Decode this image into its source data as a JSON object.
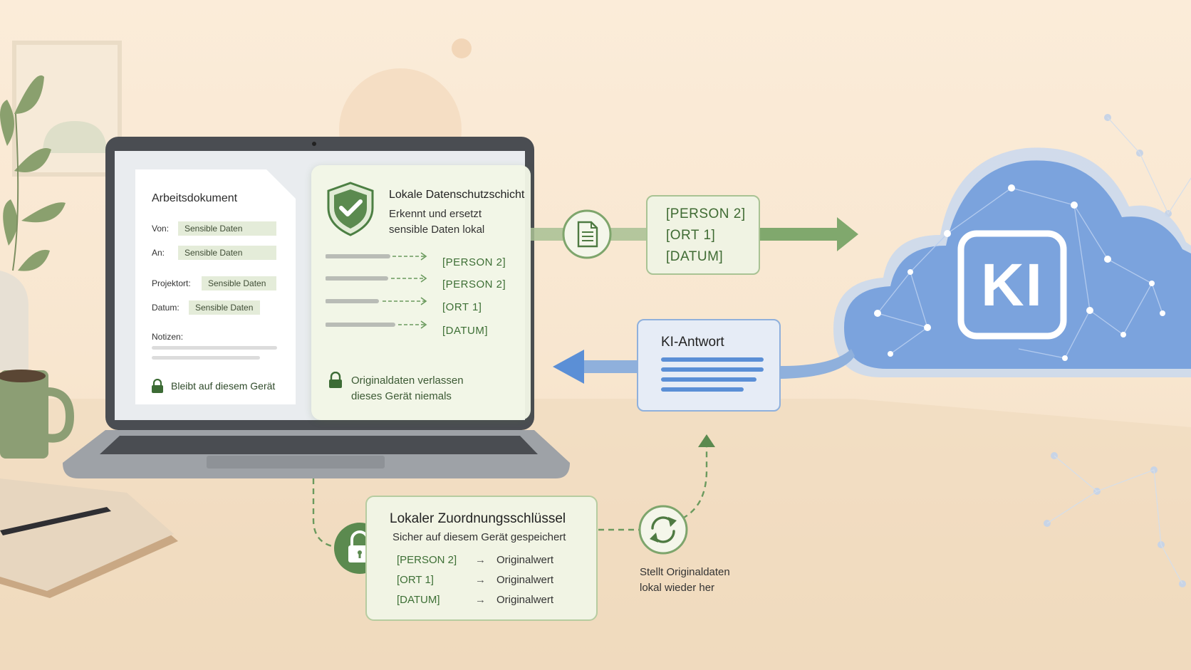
{
  "document": {
    "title": "Arbeitsdokument",
    "fields": [
      {
        "label": "Von:",
        "value": "Sensible Daten"
      },
      {
        "label": "An:",
        "value": "Sensible Daten"
      },
      {
        "label": "Projektort:",
        "value": "Sensible Daten"
      },
      {
        "label": "Datum:",
        "value": "Sensible Daten"
      }
    ],
    "notes_label": "Notizen:",
    "footer": "Bleibt auf diesem Gerät"
  },
  "privacy_layer": {
    "title": "Lokale Datenschutzschicht",
    "subtitle_line1": "Erkennt und ersetzt",
    "subtitle_line2": "sensible Daten lokal",
    "tokens": [
      "[PERSON 2]",
      "[PERSON 2]",
      "[ORT 1]",
      "[DATUM]"
    ],
    "footer_line1": "Originaldaten verlassen",
    "footer_line2": "dieses Gerät niemals"
  },
  "outgoing": {
    "tokens": [
      "[PERSON 2]",
      "[ORT 1]",
      "[DATUM]"
    ]
  },
  "cloud": {
    "label": "KI"
  },
  "ai_answer": {
    "title": "KI-Antwort"
  },
  "mapping_key": {
    "title": "Lokaler Zuordnungsschlüssel",
    "subtitle": "Sicher auf diesem Gerät gespeichert",
    "rows": [
      {
        "token": "[PERSON 2]",
        "arrow": "→",
        "value": "Originalwert"
      },
      {
        "token": "[ORT 1]",
        "arrow": "→",
        "value": "Originalwert"
      },
      {
        "token": "[DATUM]",
        "arrow": "→",
        "value": "Originalwert"
      }
    ]
  },
  "restore": {
    "line1": "Stellt Originaldaten",
    "line2": "lokal wieder her"
  },
  "colors": {
    "green": "#5b8a4f",
    "blue": "#5b8fd6",
    "background": "#fbecd9"
  }
}
